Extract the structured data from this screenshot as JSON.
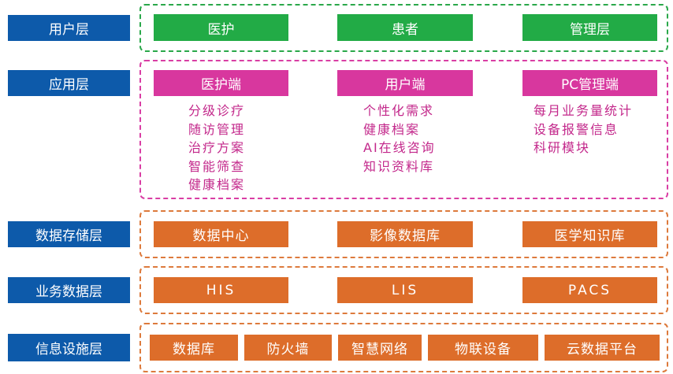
{
  "layers": {
    "user": {
      "label": "用户层",
      "items": [
        "医护",
        "患者",
        "管理层"
      ]
    },
    "app": {
      "label": "应用层",
      "modules": [
        {
          "title": "医护端",
          "features": [
            "分级诊疗",
            "随访管理",
            "治疗方案",
            "智能筛查",
            "健康档案"
          ]
        },
        {
          "title": "用户端",
          "features": [
            "个性化需求",
            "健康档案",
            "AI在线咨询",
            "知识资料库"
          ]
        },
        {
          "title": "PC管理端",
          "features": [
            "每月业务量统计",
            "设备报警信息",
            "科研模块"
          ]
        }
      ]
    },
    "storage": {
      "label": "数据存储层",
      "items": [
        "数据中心",
        "影像数据库",
        "医学知识库"
      ]
    },
    "business": {
      "label": "业务数据层",
      "items": [
        "HIS",
        "LIS",
        "PACS"
      ]
    },
    "infra": {
      "label": "信息设施层",
      "items": [
        "数据库",
        "防火墙",
        "智慧网络",
        "物联设备",
        "云数据平台"
      ]
    }
  },
  "colors": {
    "label_bg": "#0d5aaa",
    "user_layer": "#22ab46",
    "app_layer": "#d8379e",
    "app_text": "#c3288b",
    "data_layers": "#dd6d2a"
  }
}
